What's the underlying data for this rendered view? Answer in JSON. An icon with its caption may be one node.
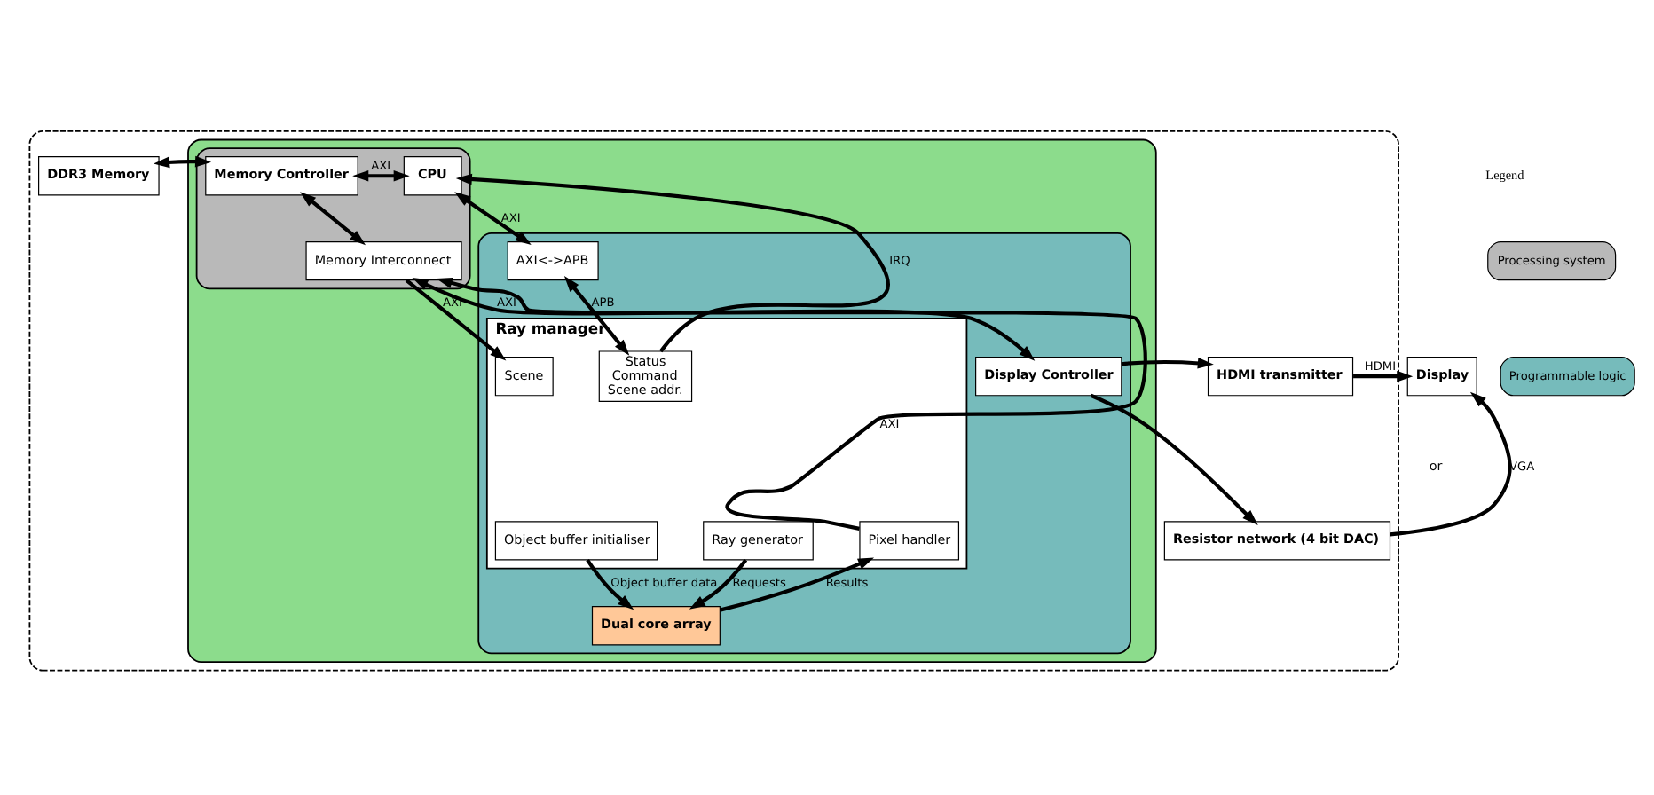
{
  "diagram": {
    "nodes": [
      {
        "text": [],
        "shape": "box"
      },
      {
        "text": [],
        "shape": "box",
        "in": 0
      },
      {
        "text": [],
        "shape": "box",
        "in": 1
      },
      {
        "text": [
          "CPU"
        ],
        "in": 2
      },
      {
        "text": [
          "Memory Controller"
        ],
        "in": 2
      },
      {
        "text": [
          "Memory Interconnect"
        ],
        "in": 2
      },
      {
        "text": [],
        "shape": "box",
        "in": 1
      },
      {
        "text": [
          "AXI<->APB"
        ],
        "in": 6
      },
      {
        "text": [
          "Ray manager"
        ],
        "in": 6
      },
      {
        "text": [
          "Status",
          "Command",
          "Scene addr."
        ],
        "in": 8
      },
      {
        "text": [
          "Scene"
        ],
        "in": 8
      },
      {
        "text": [
          "Object buffer initialiser"
        ],
        "in": 8
      },
      {
        "text": [
          "Ray generator"
        ],
        "in": 8
      },
      {
        "text": [
          "Pixel handler"
        ],
        "in": 8
      },
      {
        "text": [
          "Dual core array"
        ],
        "in": 6
      },
      {
        "text": [
          "Display Controller"
        ],
        "in": 6
      },
      {
        "text": [
          "DDR3 Memory"
        ],
        "in": 0
      },
      {
        "text": [
          "HDMI transmitter"
        ],
        "in": 0
      },
      {
        "text": [
          "Resistor network (4 bit DAC)"
        ],
        "in": 0
      },
      {
        "text": [
          "Display"
        ]
      }
    ],
    "edges": [
      {
        "from": 3,
        "to": 4,
        "arrow": "both",
        "label": "AXI"
      },
      {
        "from": 4,
        "to": 16,
        "arrow": "both"
      },
      {
        "from": 4,
        "to": 5,
        "arrow": "both"
      },
      {
        "from": 3,
        "to": 7,
        "arrow": "both",
        "label": "AXI"
      },
      {
        "from": 9,
        "to": 3,
        "arrow": "to",
        "label": "IRQ"
      },
      {
        "from": 7,
        "to": 9,
        "arrow": "both",
        "label": "APB"
      },
      {
        "from": 5,
        "to": 10,
        "arrow": "to",
        "label": "AXI"
      },
      {
        "from": 13,
        "to": 5,
        "arrow": "to",
        "label": "AXI"
      },
      {
        "from": 5,
        "to": 15,
        "arrow": "both",
        "label": "AXI"
      },
      {
        "from": 11,
        "to": 14,
        "arrow": "to",
        "label": "Object buffer data"
      },
      {
        "from": 12,
        "to": 14,
        "arrow": "to",
        "label": "Requests"
      },
      {
        "from": 14,
        "to": 13,
        "arrow": "to",
        "label": "Results"
      },
      {
        "from": 15,
        "to": 17,
        "arrow": "to"
      },
      {
        "from": 15,
        "to": 18,
        "arrow": "to"
      },
      {
        "from": 17,
        "to": 19,
        "arrow": "to",
        "label": "HDMI"
      },
      {
        "from": 18,
        "to": 19,
        "arrow": "to",
        "label": "VGA"
      }
    ],
    "labels": [
      "or",
      "Legend"
    ],
    "legend": [
      {
        "text": "Processing system",
        "color": "#b9b9b9"
      },
      {
        "text": "Programmable logic",
        "color": "#76bbbb"
      }
    ]
  }
}
